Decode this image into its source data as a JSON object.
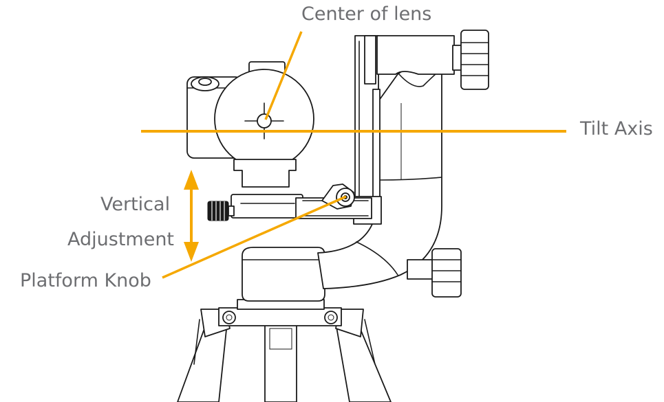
{
  "labels": {
    "center_of_lens": "Center of lens",
    "tilt_axis": "Tilt Axis",
    "vertical": "Vertical",
    "adjustment": "Adjustment",
    "platform_knob": "Platform Knob"
  },
  "colors": {
    "accent": "#f5a800",
    "label_text": "#6d6e71",
    "line_art": "#1a1a1a",
    "background": "#ffffff"
  }
}
